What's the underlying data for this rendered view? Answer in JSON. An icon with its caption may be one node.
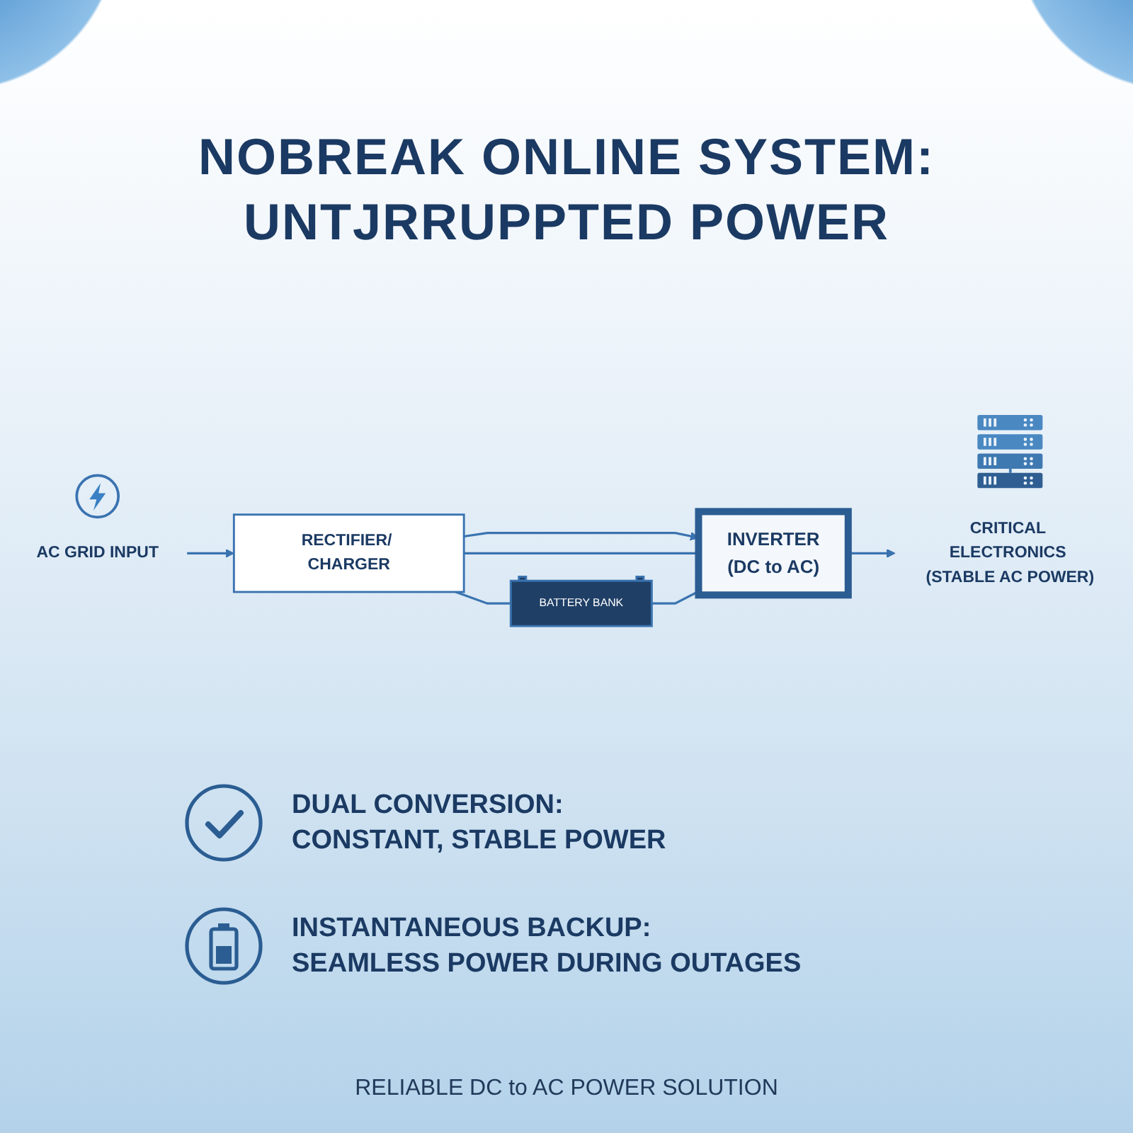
{
  "diagram": {
    "title": "NOBREAK ONLINE SYSTEM: UNTJRRUPPTED POWER",
    "caption": "RELIABLE DC to AC POWER SOLUTION",
    "nodes": [
      {
        "text": [
          "AC GRID INPUT"
        ]
      },
      {
        "text": [
          "RECTIFIER/ CHARGER"
        ]
      },
      {
        "text": [
          "INVERTER",
          "(DC to AC)"
        ]
      },
      {
        "text": [
          "BATTERY BANK"
        ]
      },
      {
        "text": [
          "CRITICAL ELECTRONICS (STABLE AC POWER)"
        ]
      }
    ],
    "edges": [
      {
        "from": 0,
        "to": 1,
        "arrow": "to"
      },
      {
        "from": 1,
        "to": 2,
        "arrow": "to"
      },
      {
        "from": 1,
        "to": 2,
        "arrow": "none"
      },
      {
        "from": 1,
        "to": 3,
        "arrow": "none"
      },
      {
        "from": 3,
        "to": 2,
        "arrow": "none"
      },
      {
        "from": 2,
        "to": 4,
        "arrow": "to"
      }
    ],
    "labels": [
      "DUAL CONVERSION:",
      "CONSTANT, STABLE POWER",
      "INSTANTANEOUS BACKUP:",
      "SEAMLESS POWER DURING OUTAGES"
    ]
  }
}
